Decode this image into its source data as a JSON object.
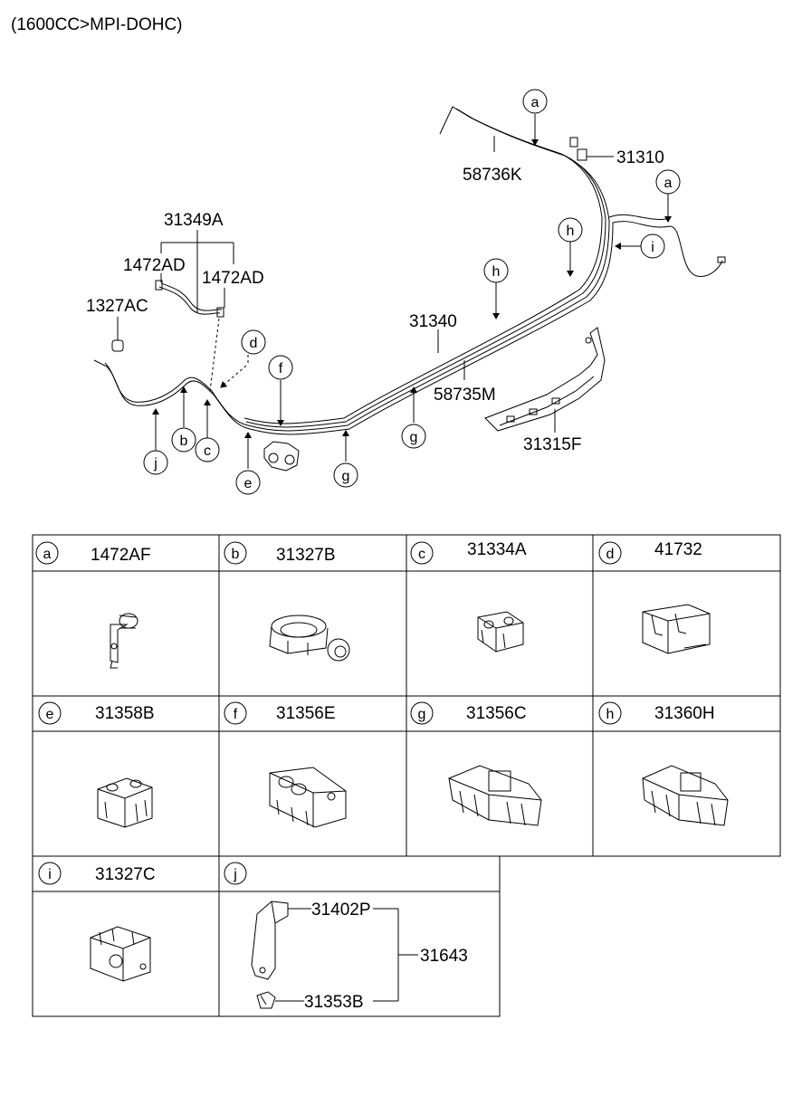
{
  "header": "(1600CC>MPI-DOHC)",
  "callouts": {
    "p58736K": "58736K",
    "p31310": "31310",
    "p31349A": "31349A",
    "p1472AD_1": "1472AD",
    "p1472AD_2": "1472AD",
    "p1327AC": "1327AC",
    "p31340": "31340",
    "p58735M": "58735M",
    "p31315F": "31315F"
  },
  "letters": {
    "a1": "a",
    "a2": "a",
    "h1": "h",
    "h2": "h",
    "i": "i",
    "d": "d",
    "f": "f",
    "g1": "g",
    "g2": "g",
    "j": "j",
    "b": "b",
    "c": "c",
    "e": "e"
  },
  "table": {
    "cells": [
      {
        "letter": "a",
        "part": "1472AF"
      },
      {
        "letter": "b",
        "part": "31327B"
      },
      {
        "letter": "c",
        "part": "31334A"
      },
      {
        "letter": "d",
        "part": "41732"
      },
      {
        "letter": "e",
        "part": "31358B"
      },
      {
        "letter": "f",
        "part": "31356E"
      },
      {
        "letter": "g",
        "part": "31356C"
      },
      {
        "letter": "h",
        "part": "31360H"
      },
      {
        "letter": "i",
        "part": "31327C"
      },
      {
        "letter": "j",
        "part": ""
      }
    ],
    "j_parts": {
      "top": "31402P",
      "bottom": "31353B",
      "assembly": "31643"
    }
  }
}
